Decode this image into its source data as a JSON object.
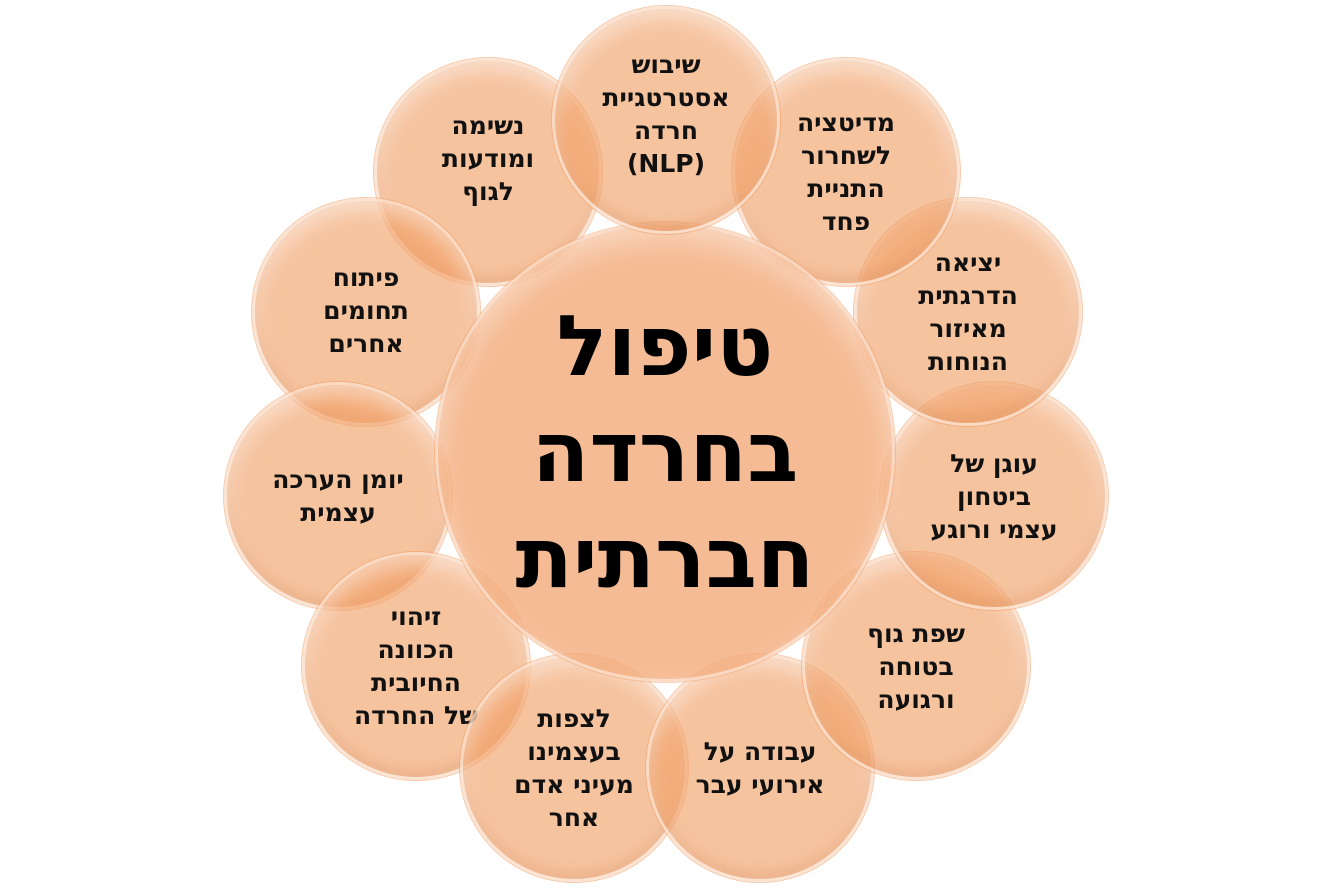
{
  "diagram": {
    "center_title": "טיפול\nבחרדה\nחברתית",
    "nodes": [
      {
        "id": "nlp",
        "label": "שיבוש\nאסטרטגיית\nחרדה\n(NLP)"
      },
      {
        "id": "meditation",
        "label": "מדיטציה\nלשחרור\nהתניית\nפחד"
      },
      {
        "id": "comfort-zone",
        "label": "יציאה\nהדרגתית\nמאיזור\nהנוחות"
      },
      {
        "id": "confidence-anchor",
        "label": "עוגן של\nביטחון\nעצמי ורוגע"
      },
      {
        "id": "body-language",
        "label": "שפת גוף\nבטוחה\nורגועה"
      },
      {
        "id": "past-events",
        "label": "עבודה על\nאירועי עבר"
      },
      {
        "id": "observe-self",
        "label": "לצפות\nבעצמינו\nמעיני אדם\nאחר"
      },
      {
        "id": "positive-intent",
        "label": "זיהוי\nהכוונה\nהחיובית\nשל החרדה"
      },
      {
        "id": "self-esteem-journal",
        "label": "יומן הערכה\nעצמית"
      },
      {
        "id": "other-areas",
        "label": "פיתוח\nתחומים\nאחרים"
      },
      {
        "id": "breathing",
        "label": "נשימה\nומודעות\nלגוף"
      }
    ]
  },
  "colors": {
    "bubble_fill": "#F09E64",
    "center_fill": "#F2A876",
    "text": "#111111"
  }
}
